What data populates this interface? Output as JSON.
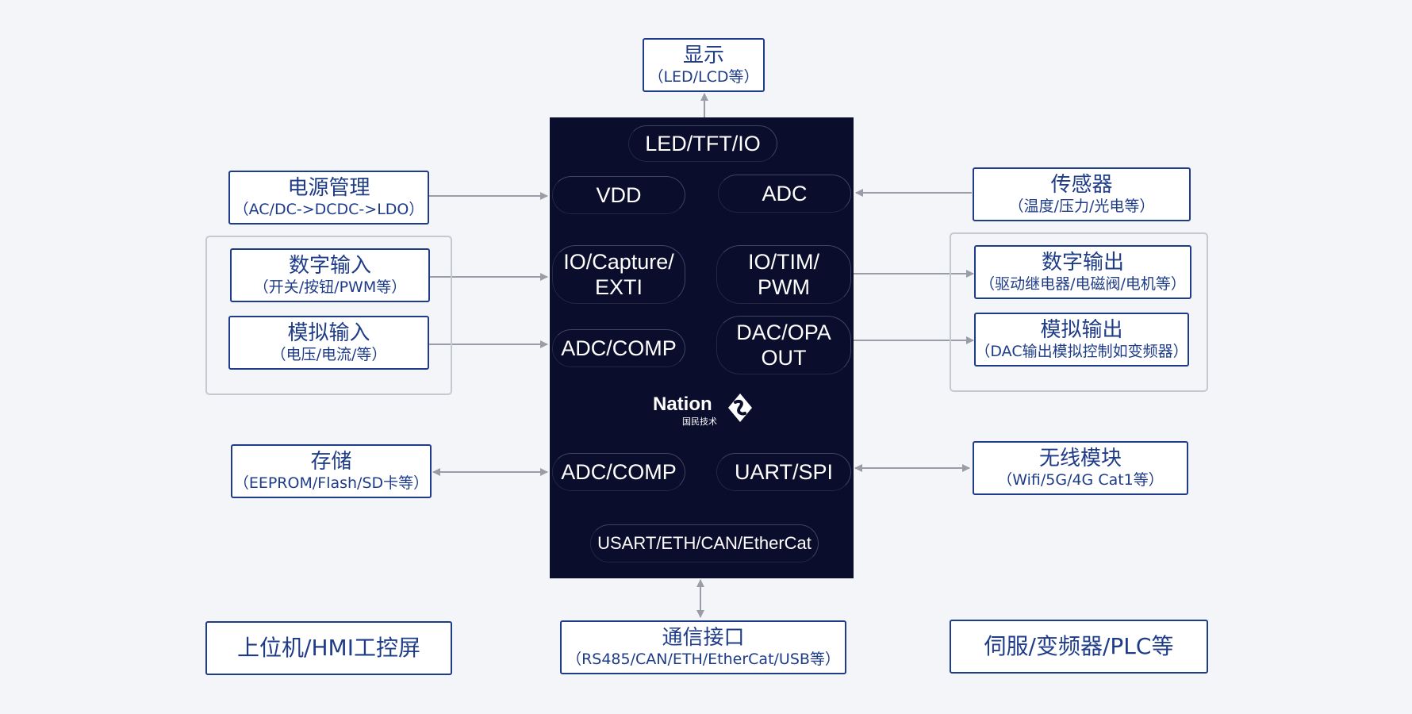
{
  "chip": {
    "blocks": {
      "led": "LED/TFT/IO",
      "vdd": "VDD",
      "adc_top": "ADC",
      "io_capture": "IO/Capture/\nEXTI",
      "io_tim": "IO/TIM/\nPWM",
      "adc_comp_1": "ADC/COMP",
      "dac_opa": "DAC/OPA\nOUT",
      "adc_comp_2": "ADC/COMP",
      "uart_spi": "UART/SPI",
      "usart": "USART/ETH/CAN/EtherCat"
    },
    "logo": {
      "word": "Nation",
      "sub": "国民技术"
    }
  },
  "peripherals": {
    "display": {
      "title": "显示",
      "sub": "（LED/LCD等）"
    },
    "power": {
      "title": "电源管理",
      "sub": "（AC/DC->DCDC->LDO）"
    },
    "sensor": {
      "title": "传感器",
      "sub": "（温度/压力/光电等）"
    },
    "digital_in": {
      "title": "数字输入",
      "sub": "（开关/按钮/PWM等）"
    },
    "analog_in": {
      "title": "模拟输入",
      "sub": "（电压/电流/等）"
    },
    "digital_out": {
      "title": "数字输出",
      "sub": "（驱动继电器/电磁阀/电机等）"
    },
    "analog_out": {
      "title": "模拟输出",
      "sub": "（DAC输出模拟控制如变频器）"
    },
    "storage": {
      "title": "存储",
      "sub": "（EEPROM/Flash/SD卡等）"
    },
    "wireless": {
      "title": "无线模块",
      "sub": "（Wifi/5G/4G Cat1等）"
    },
    "comm": {
      "title": "通信接口",
      "sub": "（RS485/CAN/ETH/EtherCat/USB等）"
    },
    "host": {
      "title": "上位机/HMI工控屏"
    },
    "servo": {
      "title": "伺服/变频器/PLC等"
    }
  },
  "colors": {
    "background": "#f4f5f9",
    "chip": "#0a0d2c",
    "box_border": "#1f3c88",
    "text": "#1f3c88",
    "group_border": "#c4c8cf",
    "arrow": "#9a9da6"
  }
}
